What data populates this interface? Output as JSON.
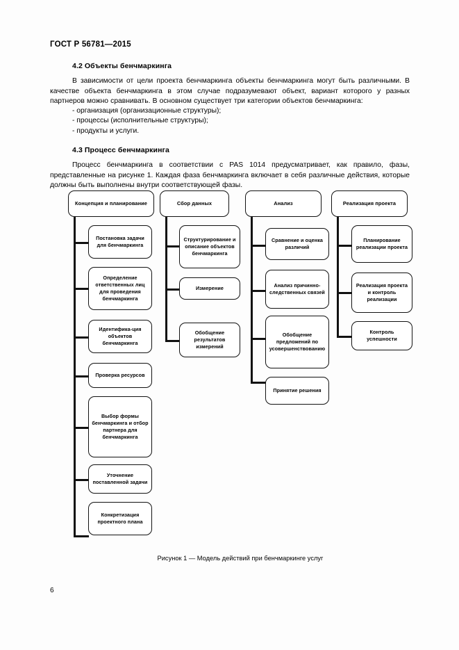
{
  "document": {
    "running_head": "ГОСТ Р 56781—2015",
    "page_number": "6"
  },
  "sections": [
    {
      "heading": "4.2 Объекты  бенчмаркинга",
      "paragraph": "В зависимости от цели проекта бенчмаркинга объекты бенчмаркинга могут быть различными. В качестве объекта бенчмаркинга в этом случае подразумевают объект, вариант которого у разных партнеров можно сравнивать. В  основном  существует  три  категории  объектов бенчмаркинга:",
      "list": [
        "- организация (организационные  структуры);",
        "- процессы (исполнительные  структуры);",
        "- продукты  и  услуги."
      ]
    },
    {
      "heading": "4.3 Процесс бенчмаркинга",
      "paragraph": "Процесс бенчмаркинга в соответствии с PAS 1014 предусматривает, как правило, фазы, представленные на рисунке 1. Каждая фаза бенчмаркинга включает в себя различные действия, которые должны быть выполнены  внутри  соответствующей  фазы.",
      "list": []
    }
  ],
  "figure": {
    "caption": "Рисунок 1 — Модель действий при бенчмаркинге услуг",
    "columns": [
      {
        "header": "Концепция и планирование",
        "nodes": [
          "Постановка задачи для бенчмаркинга",
          "Определение ответственных лиц для проведения бенчмаркинга",
          "Идентифика-ция объектов бенчмаркинга",
          "Проверка ресурсов",
          "Выбор формы бенчмаркинга и отбор партнера для бенчмаркинга",
          "Уточнение поставленной задачи",
          "Конкретизация проектного плана"
        ]
      },
      {
        "header": "Сбор данных",
        "nodes": [
          "Структурирование и описание объектов бенчмаркинга",
          "Измерение",
          "Обобщение результатов измерений"
        ]
      },
      {
        "header": "Анализ",
        "nodes": [
          "Сравнение и оценка различий",
          "Анализ причинно-следственных связей",
          "Обобщение предложений по усовершенствованию",
          "Принятие решения"
        ]
      },
      {
        "header": "Реализация проекта",
        "nodes": [
          "Планирование реализации проекта",
          "Реализация проекта и контроль реализации",
          "Контроль успешности"
        ]
      }
    ]
  }
}
